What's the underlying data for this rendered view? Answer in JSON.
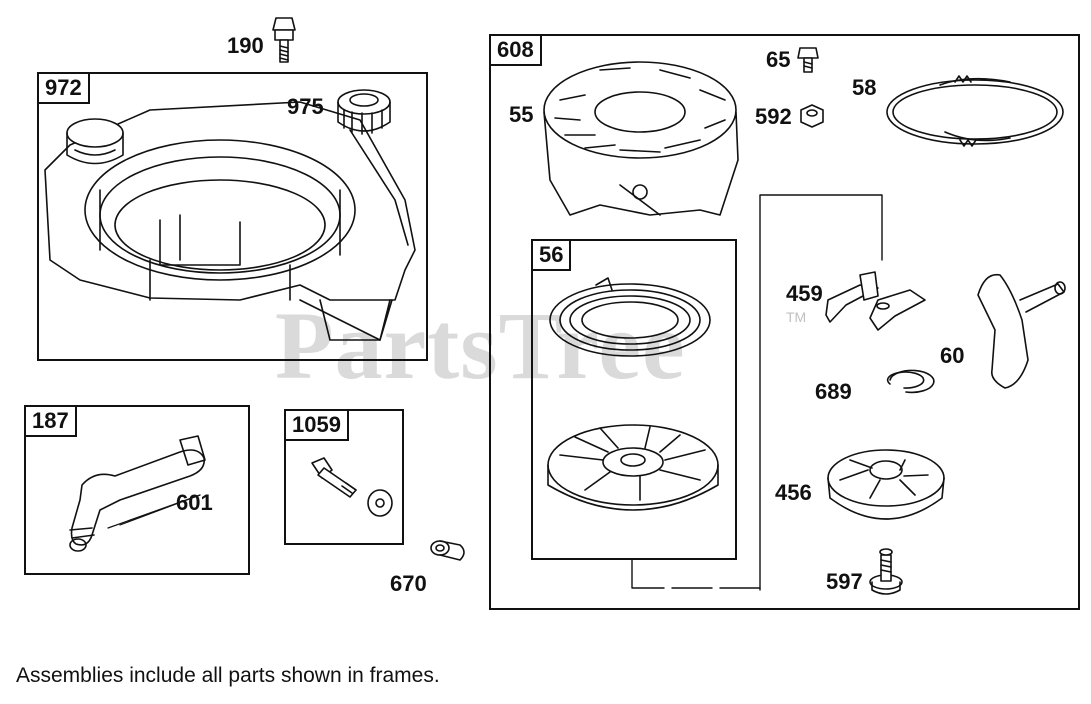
{
  "watermark": {
    "text": "PartsTree",
    "tm": "TM"
  },
  "frames": {
    "f972": "972",
    "f608": "608",
    "f56": "56",
    "f187": "187",
    "f1059": "1059"
  },
  "parts": {
    "p190": "190",
    "p975": "975",
    "p65": "65",
    "p58": "58",
    "p55": "55",
    "p592": "592",
    "p459": "459",
    "p60": "60",
    "p689": "689",
    "p456": "456",
    "p597": "597",
    "p601": "601",
    "p670": "670"
  },
  "footer": "Assemblies include all parts shown in frames."
}
